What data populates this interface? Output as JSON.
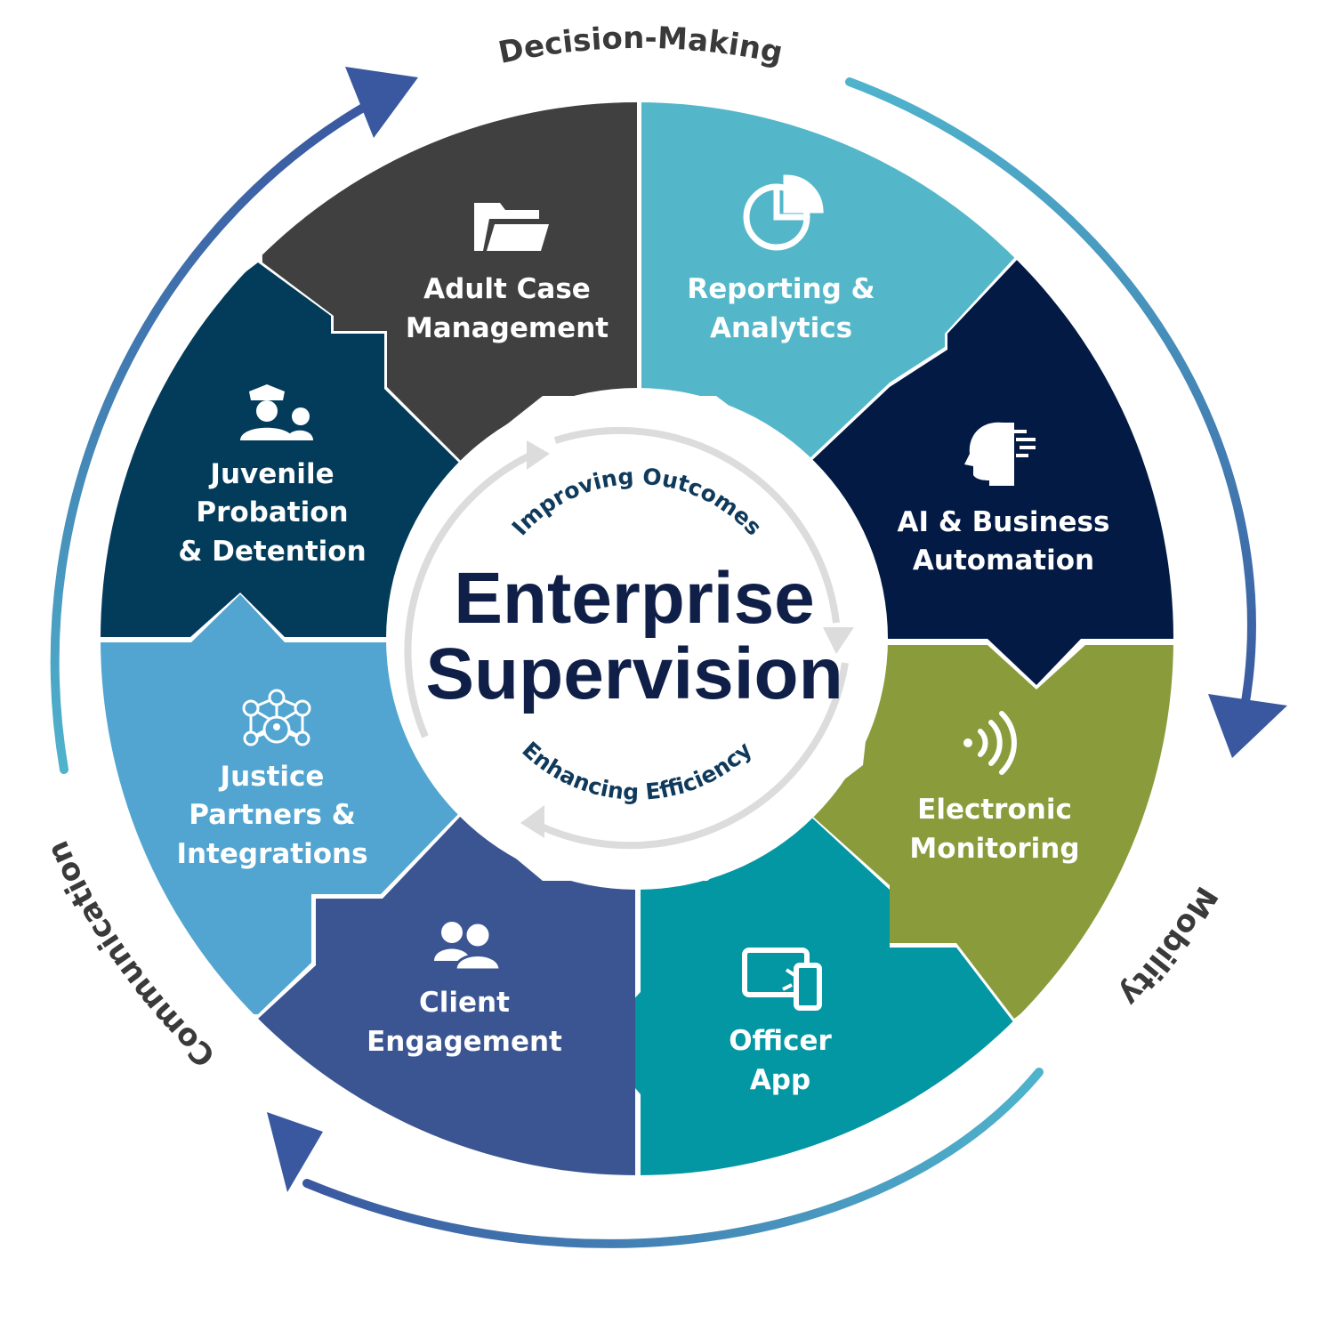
{
  "center": {
    "title_line1": "Enterprise",
    "title_line2": "Supervision",
    "top_arc": "Improving Outcomes",
    "bottom_arc": "Enhancing Efficiency"
  },
  "outer_ring": {
    "top": "Decision-Making",
    "right": "Mobility",
    "left": "Communication"
  },
  "segments": [
    {
      "id": "adult",
      "line1": "Adult Case",
      "line2": "Management",
      "line3": "",
      "icon": "folder-icon",
      "color": "#404040"
    },
    {
      "id": "reporting",
      "line1": "Reporting &",
      "line2": "Analytics",
      "line3": "",
      "icon": "pie-chart-icon",
      "color": "#53b7c9"
    },
    {
      "id": "ai",
      "line1": "AI & Business",
      "line2": "Automation",
      "line3": "",
      "icon": "ai-head-icon",
      "color": "#021a44"
    },
    {
      "id": "em",
      "line1": "Electronic",
      "line2": "Monitoring",
      "line3": "",
      "icon": "signal-icon",
      "color": "#8a9b3c"
    },
    {
      "id": "officer",
      "line1": "Officer",
      "line2": "App",
      "line3": "",
      "icon": "tablet-phone-icon",
      "color": "#0396a3"
    },
    {
      "id": "client",
      "line1": "Client",
      "line2": "Engagement",
      "line3": "",
      "icon": "users-icon",
      "color": "#3b5492"
    },
    {
      "id": "justice",
      "line1": "Justice",
      "line2": "Partners &",
      "line3": "Integrations",
      "icon": "network-icon",
      "color": "#51a5d0"
    },
    {
      "id": "juvenile",
      "line1": "Juvenile",
      "line2": "Probation",
      "line3": "& Detention",
      "icon": "officer-icon",
      "color": "#033b5a"
    }
  ],
  "colors": {
    "arrow_light": "#4fb3cc",
    "arrow_dark": "#3a58a0",
    "inner_arrow": "#dcdcdc"
  }
}
